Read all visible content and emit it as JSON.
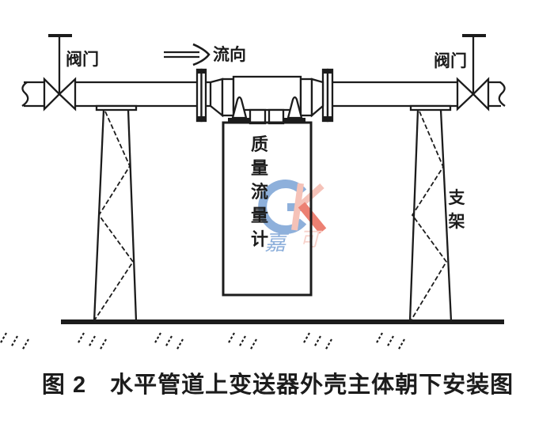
{
  "figure": {
    "type": "technical-installation-diagram",
    "caption": "图 2　水平管道上变送器外壳主体朝下安装图",
    "labels": {
      "valve_left": "阀门",
      "valve_right": "阀门",
      "flow_direction": "流向",
      "support_chars": [
        "支",
        "架"
      ],
      "meter_chars": [
        "质",
        "量",
        "流",
        "量",
        "计"
      ]
    },
    "watermark": {
      "char_left": "嘉",
      "char_right": "可",
      "color_blue": "#88ACDA",
      "color_pink": "#F5BFB5",
      "color_red": "#EC7A6B"
    },
    "colors": {
      "line": "#1c1c1c",
      "background": "#ffffff"
    }
  }
}
